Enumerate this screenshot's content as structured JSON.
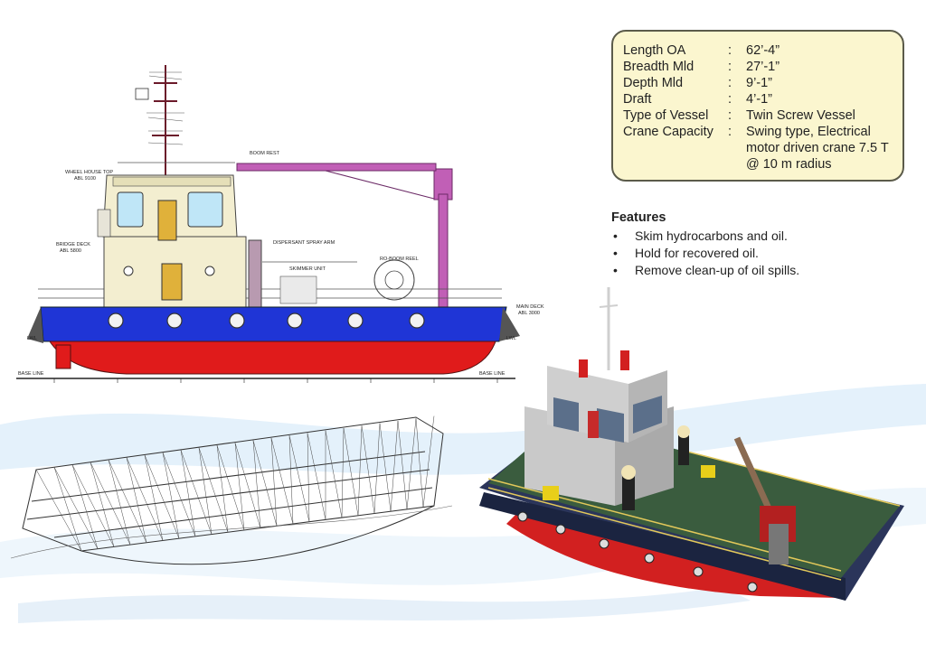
{
  "specs": {
    "rows": [
      {
        "label": "Length OA",
        "colon": ":",
        "value": "62’-4”"
      },
      {
        "label": "Breadth Mld",
        "colon": ":",
        "value": "27’-1”"
      },
      {
        "label": "Depth Mld",
        "colon": ":",
        "value": "9’-1”"
      },
      {
        "label": "Draft",
        "colon": ":",
        "value": "4’-1”"
      },
      {
        "label": "Type of Vessel",
        "colon": ":",
        "value": "Twin Screw Vessel"
      },
      {
        "label": "Crane Capacity",
        "colon": ":",
        "value": "Swing type, Electrical motor driven crane 7.5 T @ 10 m radius"
      }
    ]
  },
  "features": {
    "title": "Features",
    "items": [
      {
        "bullet": "•",
        "text": "Skim hydrocarbons and oil."
      },
      {
        "bullet": "•",
        "text": "Hold for recovered oil."
      },
      {
        "bullet": "•",
        "text": "Remove clean-up of oil spills."
      }
    ]
  },
  "drawing_labels": {
    "wheel_house_top": "WHEEL HOUSE TOP",
    "wheel_house_top_abl": "ABL 9100",
    "boom_rest": "BOOM REST",
    "bridge_deck": "BRIDGE DECK",
    "bridge_deck_abl": "ABL 5800",
    "dispersant_spray_arm": "DISPERSANT SPRAY ARM",
    "ro_boom_reel": "RO-BOOM REEL",
    "skimmer_unit": "SKIMMER UNIT",
    "main_deck": "MAIN DECK",
    "main_deck_abl": "ABL 3000",
    "base_line_left": "BASE LINE",
    "base_line_right": "BASE LINE",
    "lwl_left": "LWL",
    "lwl_right": "LWL"
  },
  "colors": {
    "hull_blue": "#1f35d6",
    "hull_red": "#e01b1b",
    "deckhouse_cream": "#f3eed0",
    "crane_purple": "#c15fb6",
    "spec_box_bg": "#fbf6cf"
  },
  "images": [
    "profile-drawing",
    "wireframe-hull",
    "render-3d"
  ]
}
